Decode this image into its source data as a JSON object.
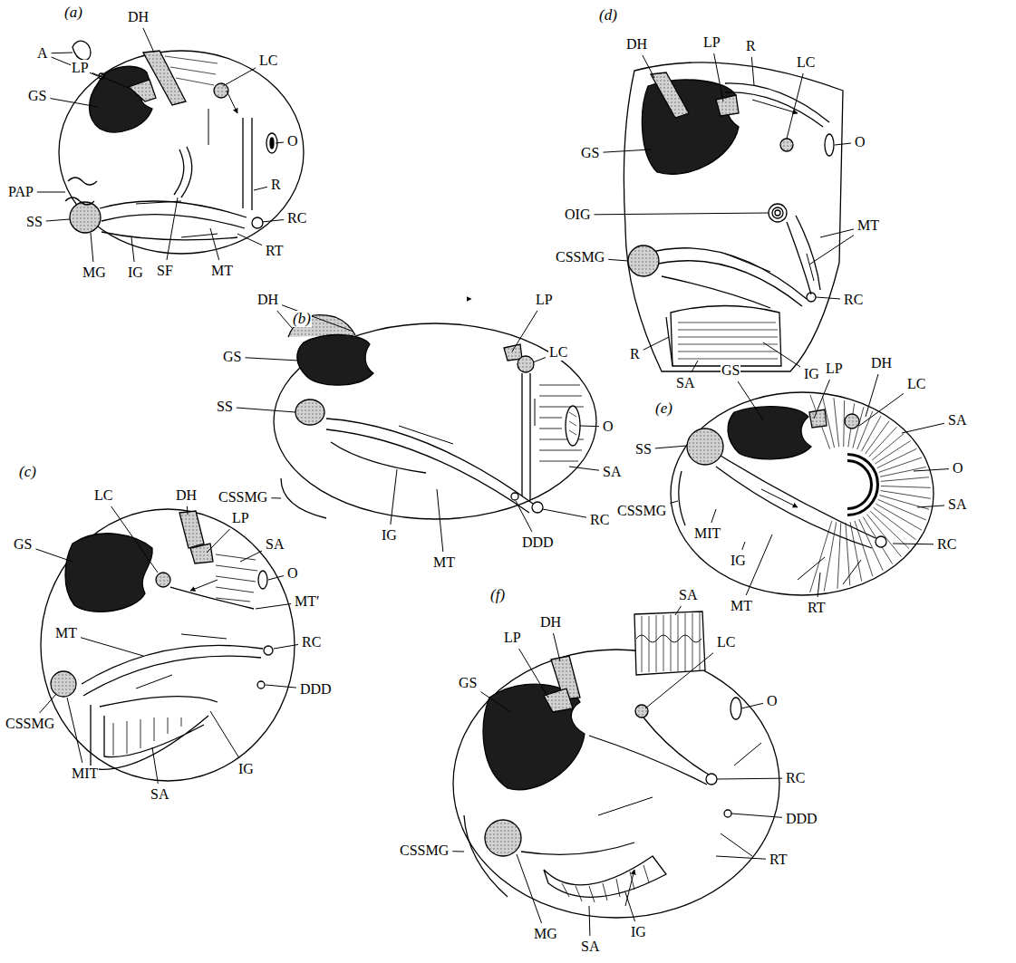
{
  "diagram": {
    "labels": [
      "(a)",
      "A",
      "GS",
      "LP",
      "DH",
      "LC",
      "O",
      "R",
      "RC",
      "RT",
      "MT",
      "SF",
      "IG",
      "MG",
      "SS",
      "PAP",
      "(b)",
      "DH",
      "LP",
      "GS",
      "LC",
      "O",
      "SA",
      "RC",
      "DDD",
      "MT",
      "IG",
      "CSSMG",
      "SS",
      "(c)",
      "LC",
      "DH",
      "LP",
      "GS",
      "SA",
      "O",
      "MT′",
      "MT",
      "RC",
      "DDD",
      "CSSMG",
      "MIT",
      "SA",
      "IG",
      "(d)",
      "DH",
      "LP",
      "R",
      "LC",
      "O",
      "GS",
      "OIG",
      "MT",
      "CSSMG",
      "RC",
      "IG",
      "SA",
      "R",
      "(e)",
      "GS",
      "LP",
      "DH",
      "LC",
      "SA",
      "O",
      "SA",
      "RC",
      "RT",
      "MT",
      "IG",
      "MIT",
      "CSSMG",
      "SS",
      "(f)",
      "DH",
      "SA",
      "LP",
      "LC",
      "GS",
      "O",
      "RC",
      "DDD",
      "RT",
      "CSSMG",
      "MG",
      "IG",
      "SA"
    ]
  }
}
